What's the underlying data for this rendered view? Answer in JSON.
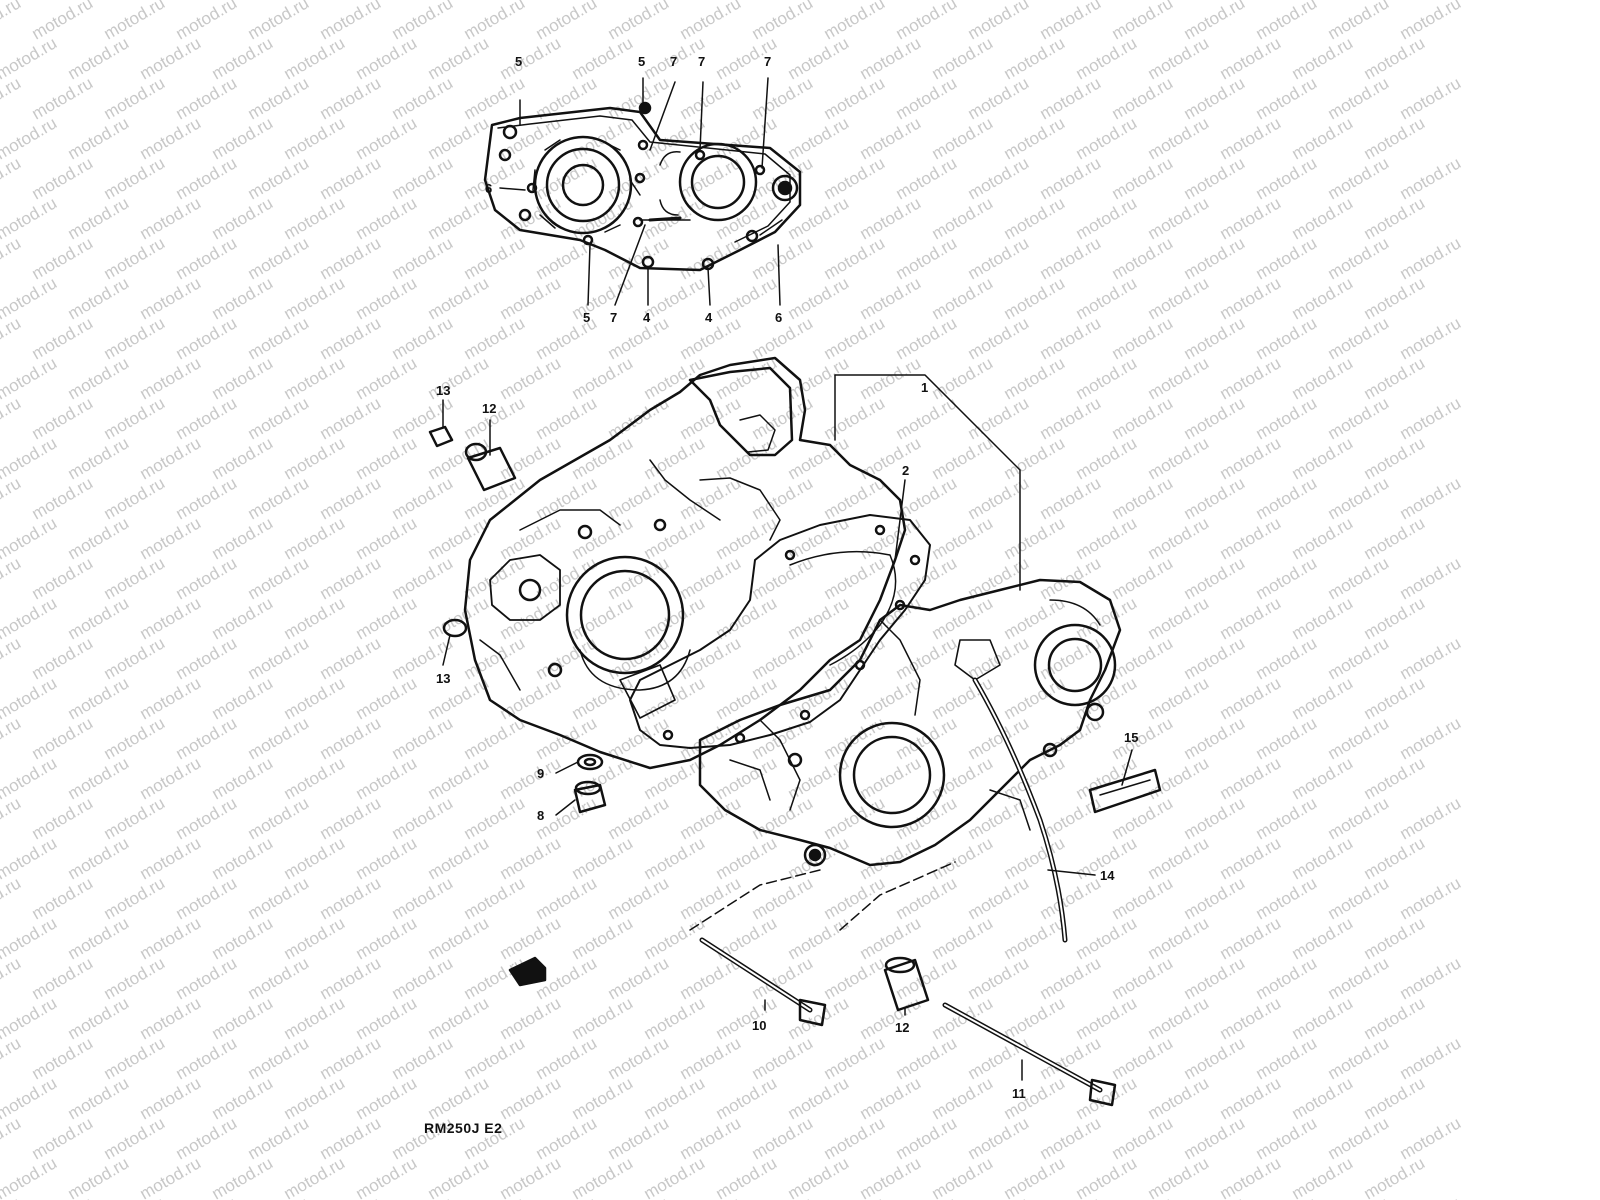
{
  "watermark": {
    "text": "motod.ru",
    "color": "#c8c8c8"
  },
  "diagram": {
    "model_code": "RM250J E2",
    "callouts": {
      "c1": "1",
      "c2": "2",
      "c4a": "4",
      "c4b": "4",
      "c5a": "5",
      "c5b": "5",
      "c5c": "5",
      "c6a": "6",
      "c6b": "6",
      "c7a": "7",
      "c7b": "7",
      "c7c": "7",
      "c7d": "7",
      "c8": "8",
      "c9": "9",
      "c10": "10",
      "c11": "11",
      "c12a": "12",
      "c12b": "12",
      "c13a": "13",
      "c13b": "13",
      "c14": "14",
      "c15": "15"
    }
  }
}
